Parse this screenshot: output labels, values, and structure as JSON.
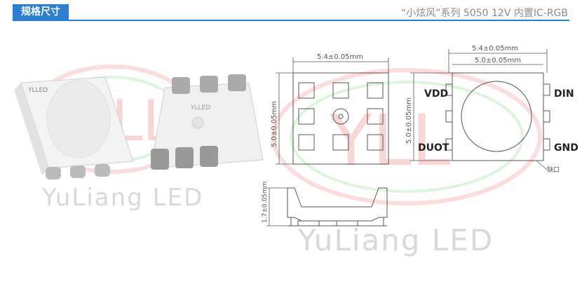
{
  "header": {
    "badge": "规格尺寸",
    "subtitle": "“小炫风”系列 5050 12V 内置IC-RGB"
  },
  "product": {
    "chip_text_left": "YLLED",
    "chip_text_right": "YLLED"
  },
  "top_view": {
    "width_dim": "5.4±0.05mm",
    "height_dim": "5.0±0.05mm"
  },
  "pin_view": {
    "outer_width_dim": "5.4±0.05mm",
    "inner_width_dim": "5.0±0.05mm",
    "height_dim": "5.0±0.05mm",
    "pins": {
      "vdd": "VDD",
      "din": "DIN",
      "duot": "DUOT",
      "gnd": "GND"
    },
    "notch_label": "缺口"
  },
  "side_view": {
    "height_dim": "1.7±0.05mm"
  },
  "watermark": {
    "logo": "YLL",
    "text_left": "YuLiang LED",
    "text_right": "YuLiang LED"
  },
  "colors": {
    "accent": "#2a7fd0",
    "line": "#555555"
  }
}
